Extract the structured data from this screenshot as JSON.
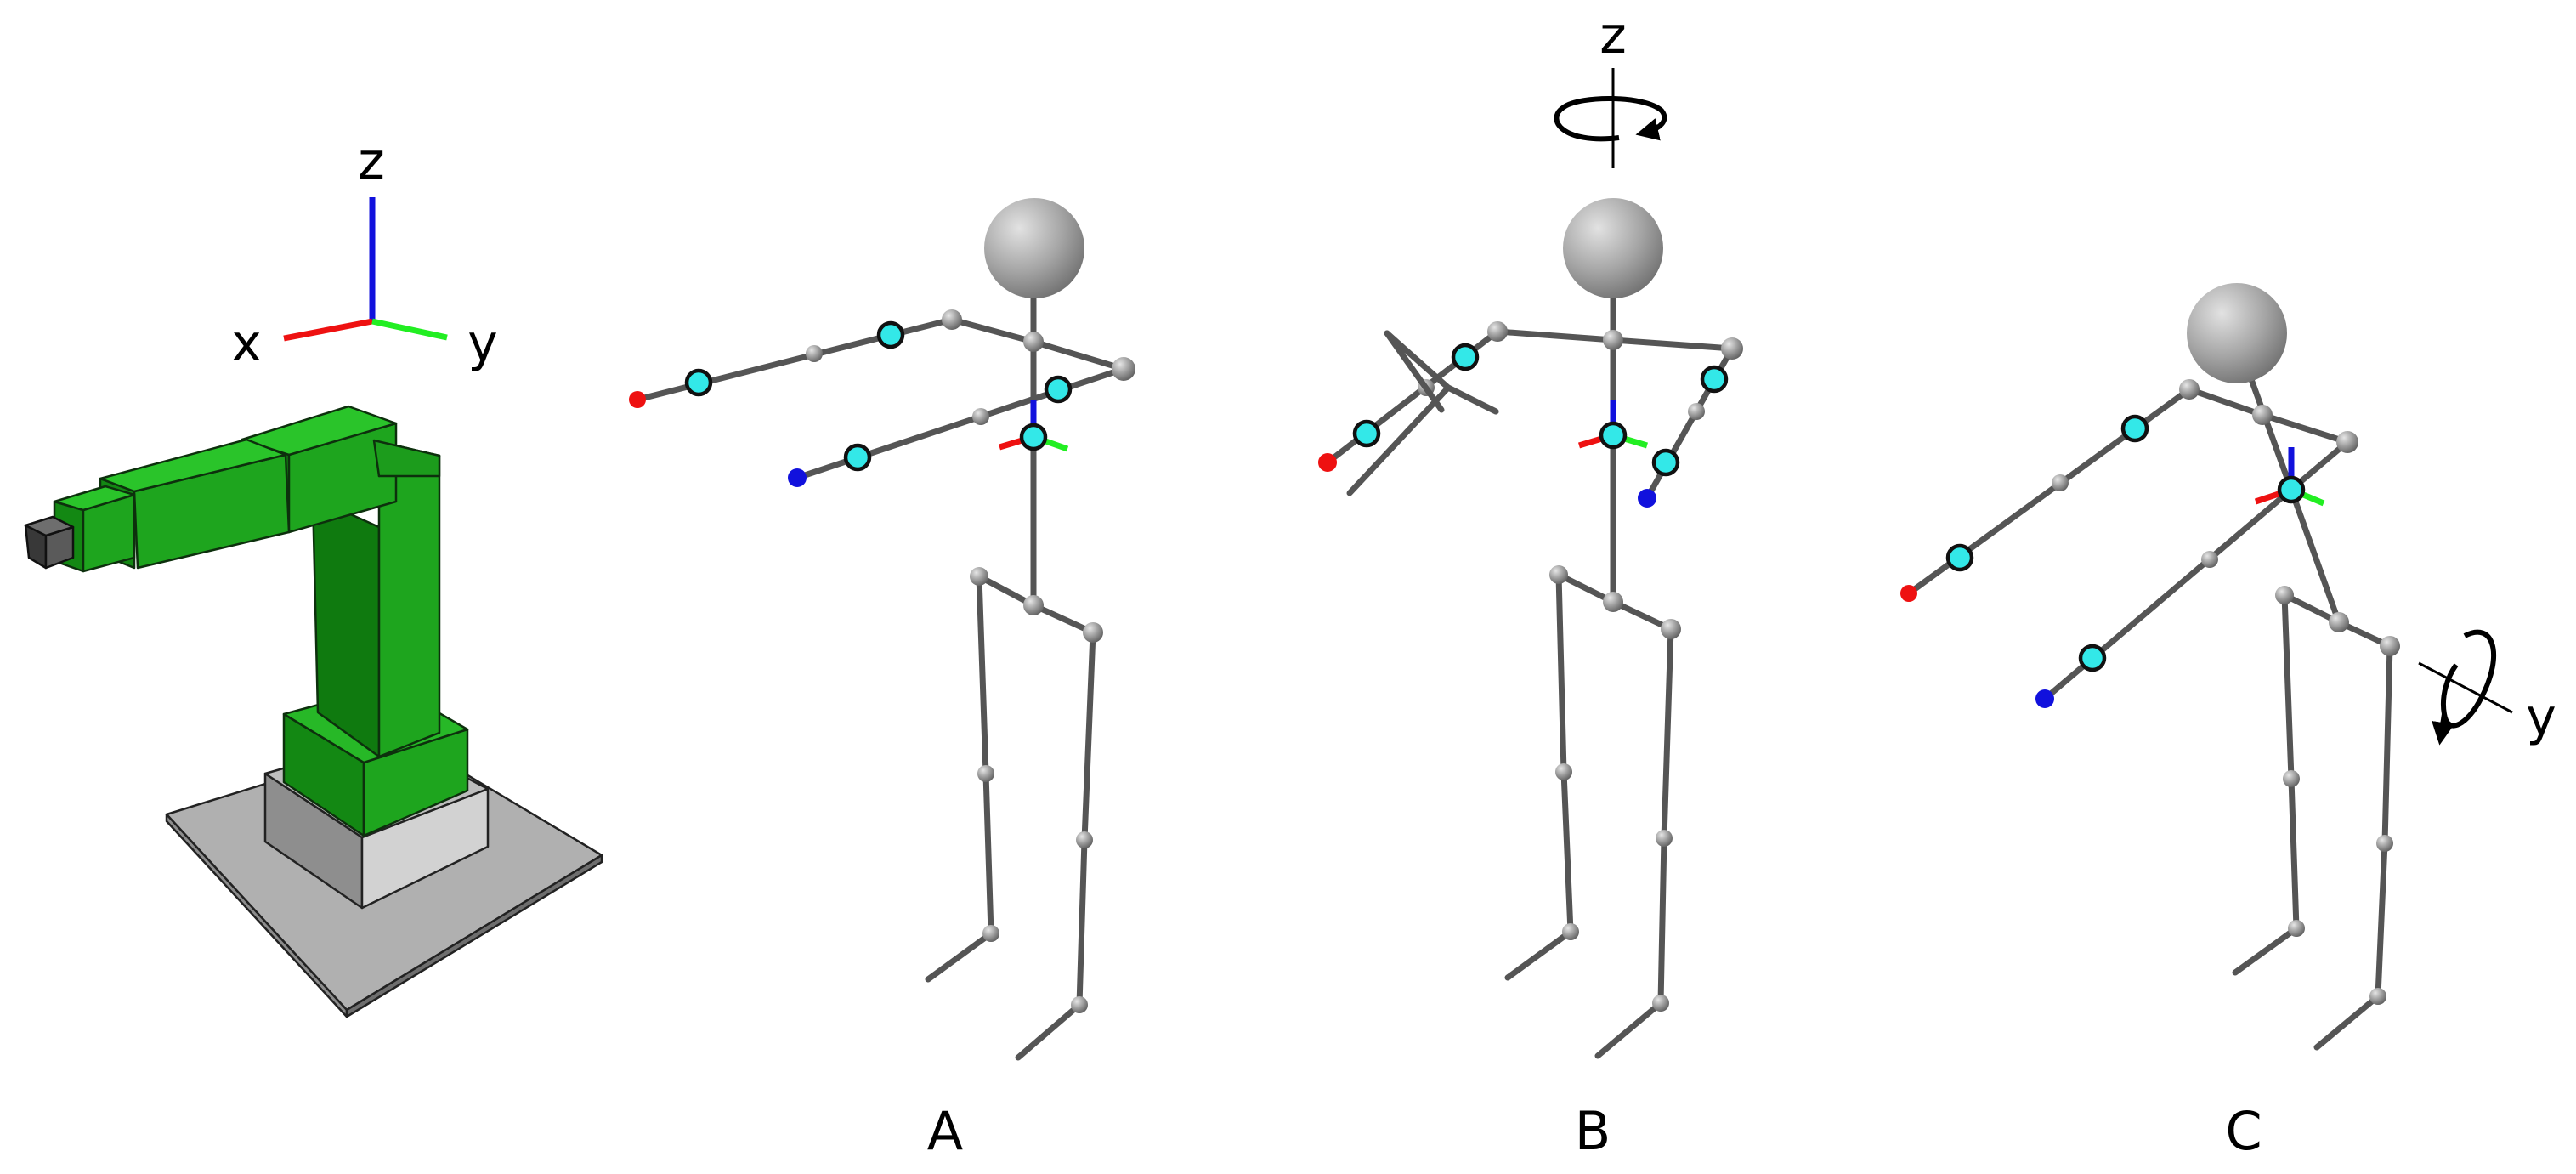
{
  "labels": {
    "robot_axes": {
      "x": "x",
      "y": "y",
      "z": "z"
    },
    "rotation_z": "z",
    "rotation_y": "y",
    "panels": [
      "A",
      "B",
      "C"
    ]
  },
  "colors": {
    "x_axis": "#ee1111",
    "y_axis": "#22ee22",
    "z_axis": "#1111dd",
    "robot_green": "#1fa31f",
    "marker_fill": "#33e8e8",
    "end_red": "#ee1111",
    "end_blue": "#1111dd",
    "bone": "#555555"
  },
  "icons": {
    "robot": "robot-arm-icon",
    "rotation": "rotation-arrow-icon"
  }
}
